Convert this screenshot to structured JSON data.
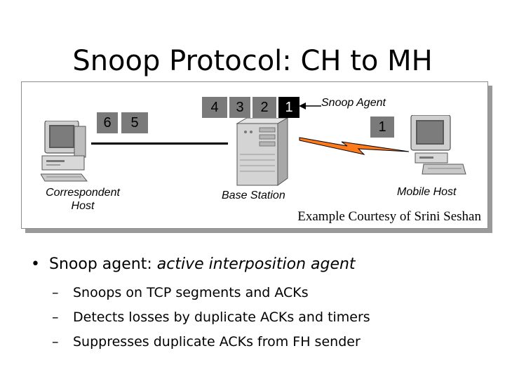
{
  "title": "Snoop Protocol: CH to MH",
  "diagram": {
    "ch_packets": [
      "6",
      "5"
    ],
    "bs_packets": [
      "4",
      "3",
      "2"
    ],
    "bs_highlight_packet": "1",
    "wireless_packet": "1",
    "snoop_agent_label": "Snoop Agent",
    "ch_label_line1": "Correspondent",
    "ch_label_line2": "Host",
    "bs_label": "Base Station",
    "mh_label": "Mobile Host",
    "credit": "Example Courtesy of Srini Seshan"
  },
  "bullets": {
    "main_prefix": "Snoop agent: ",
    "main_italic": "active interposition agent",
    "subs": [
      "Snoops on TCP segments and ACKs",
      "Detects losses by duplicate ACKs and timers",
      "Suppresses duplicate ACKs from FH sender"
    ]
  },
  "colors": {
    "packet_gray": "#7a7a7a",
    "wireless_orange": "#ff7a1a",
    "panel_shadow": "#9a9a9a"
  }
}
